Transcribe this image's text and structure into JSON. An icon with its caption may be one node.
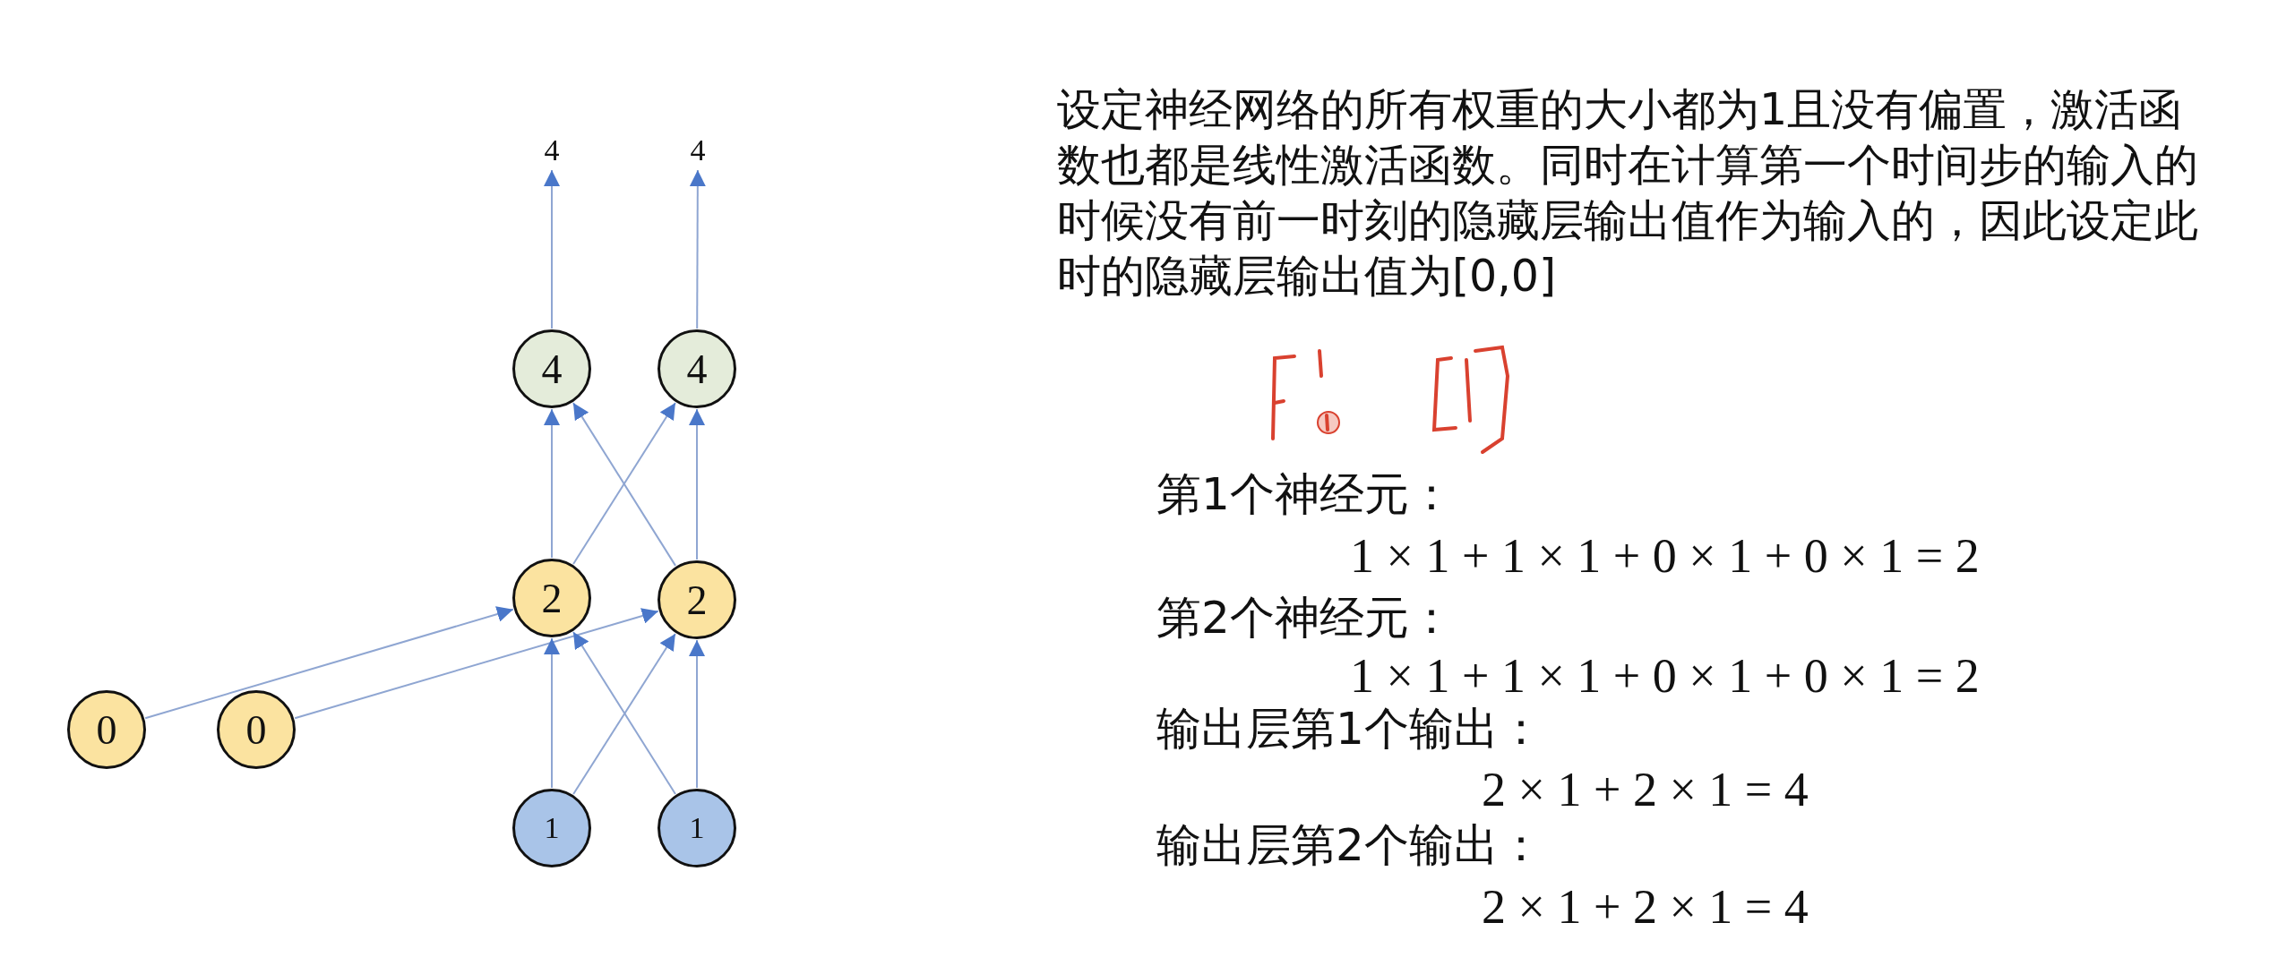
{
  "diagram": {
    "nodes": [
      {
        "text": [
          "4"
        ]
      },
      {
        "text": [
          "4"
        ]
      },
      {
        "text": [
          "4"
        ]
      },
      {
        "text": [
          "4"
        ]
      },
      {
        "text": [
          "2"
        ]
      },
      {
        "text": [
          "2"
        ]
      },
      {
        "text": [
          "0"
        ]
      },
      {
        "text": [
          "0"
        ]
      },
      {
        "text": [
          "1"
        ]
      },
      {
        "text": [
          "1"
        ]
      }
    ],
    "edges": [
      {
        "from": 2,
        "to": 0,
        "arrow": "to"
      },
      {
        "from": 3,
        "to": 1,
        "arrow": "to"
      },
      {
        "from": 4,
        "to": 2,
        "arrow": "to"
      },
      {
        "from": 4,
        "to": 3,
        "arrow": "to"
      },
      {
        "from": 5,
        "to": 2,
        "arrow": "to"
      },
      {
        "from": 5,
        "to": 3,
        "arrow": "to"
      },
      {
        "from": 6,
        "to": 4,
        "arrow": "to"
      },
      {
        "from": 7,
        "to": 5,
        "arrow": "to"
      },
      {
        "from": 8,
        "to": 4,
        "arrow": "to"
      },
      {
        "from": 8,
        "to": 5,
        "arrow": "to"
      },
      {
        "from": 9,
        "to": 4,
        "arrow": "to"
      },
      {
        "from": 9,
        "to": 5,
        "arrow": "to"
      }
    ],
    "labels": [
      "设定神经网络的所有权重的大小都为1且没有偏置，激活函数也都是线性激活函数。同时在计算第一个时间步的输入的时候没有前一时刻的隐藏层输出值作为输入的，因此设定此时的隐藏层输出值为[0,0]",
      "第1个神经元：",
      "1 × 1 + 1 × 1 + 0 × 1 + 0 × 1 = 2",
      "第2个神经元：",
      "1 × 1 + 1 × 1 + 0 × 1 + 0 × 1 = 2",
      "输出层第1个输出：",
      "2 × 1 + 2 × 1 = 4",
      "输出层第2个输出：",
      "2 × 1 + 2 × 1 = 4"
    ]
  }
}
